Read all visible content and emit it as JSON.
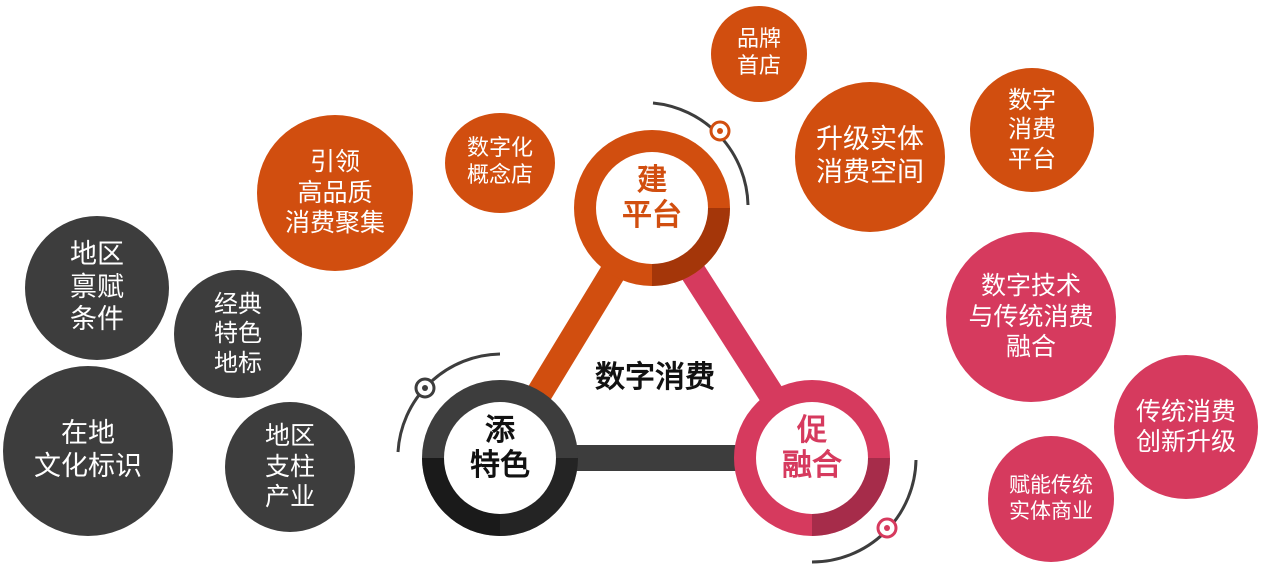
{
  "colors": {
    "orange": "#d14e0f",
    "pink": "#d63a5e",
    "dark": "#3d3d3d",
    "black": "#111111"
  },
  "center": {
    "title": "数字消费"
  },
  "hubs": [
    {
      "id": "platform",
      "label": "建\n平台",
      "color": "#d14e0f",
      "shadow": "#9c3308"
    },
    {
      "id": "fusion",
      "label": "促\n融合",
      "color": "#d63a5e",
      "shadow": "#9e2a46"
    },
    {
      "id": "feature",
      "label": "添\n特色",
      "color": "#3d3d3d",
      "shadow": "#141414"
    }
  ],
  "bubbles": [
    {
      "id": "brand-flagship",
      "text": "品牌\n首店",
      "color": "#d14e0f"
    },
    {
      "id": "digital-concept-store",
      "text": "数字化\n概念店",
      "color": "#d14e0f"
    },
    {
      "id": "lead-high-quality",
      "text": "引领\n高品质\n消费聚集",
      "color": "#d14e0f"
    },
    {
      "id": "upgrade-physical-space",
      "text": "升级实体\n消费空间",
      "color": "#d14e0f"
    },
    {
      "id": "digital-consumption-platform",
      "text": "数字\n消费\n平台",
      "color": "#d14e0f"
    },
    {
      "id": "digital-tech-traditional",
      "text": "数字技术\n与传统消费\n融合",
      "color": "#d63a5e"
    },
    {
      "id": "traditional-innovation",
      "text": "传统消费\n创新升级",
      "color": "#d63a5e"
    },
    {
      "id": "empower-traditional-business",
      "text": "赋能传统\n实体商业",
      "color": "#d63a5e"
    },
    {
      "id": "regional-endowment",
      "text": "地区\n禀赋\n条件",
      "color": "#3d3d3d"
    },
    {
      "id": "classic-landmark",
      "text": "经典\n特色\n地标",
      "color": "#3d3d3d"
    },
    {
      "id": "local-culture-identity",
      "text": "在地\n文化标识",
      "color": "#3d3d3d"
    },
    {
      "id": "regional-pillar-industry",
      "text": "地区\n支柱\n产业",
      "color": "#3d3d3d"
    }
  ]
}
